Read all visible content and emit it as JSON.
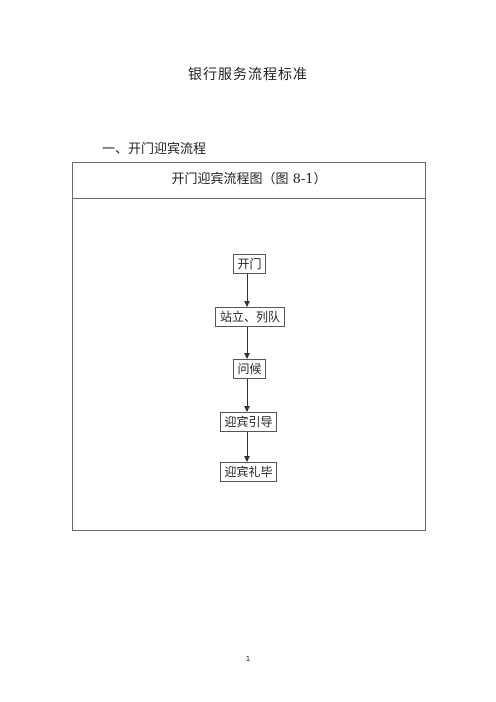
{
  "document": {
    "title": "银行服务流程标准",
    "section_heading": "一、开门迎宾流程",
    "page_number": "1"
  },
  "flowchart": {
    "caption": "开门迎宾流程图（图 8-1）",
    "steps": [
      {
        "label": "开门"
      },
      {
        "label": "站立、列队"
      },
      {
        "label": "问候"
      },
      {
        "label": "迎宾引导"
      },
      {
        "label": "迎宾礼毕"
      }
    ]
  }
}
